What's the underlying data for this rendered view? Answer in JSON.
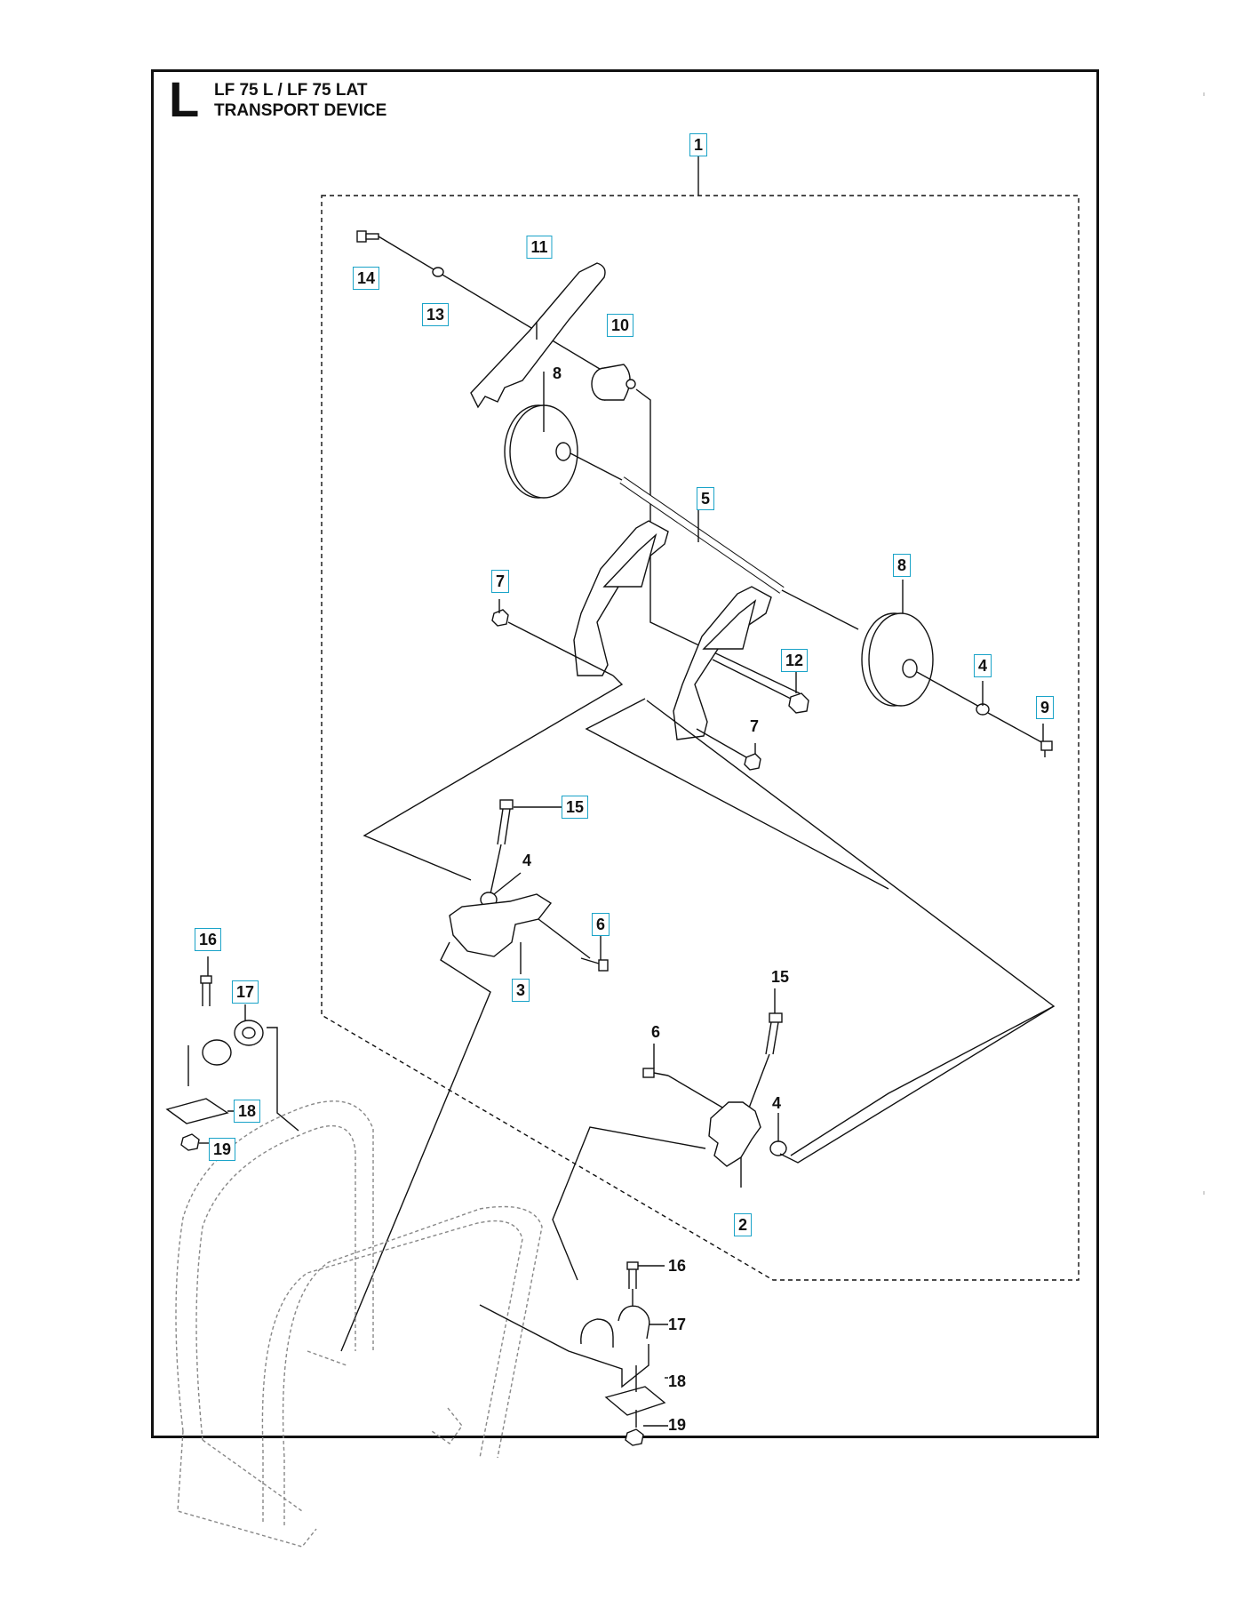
{
  "header": {
    "section_letter": "L",
    "model_line": "LF 75 L / LF 75 LAT",
    "title_line": "TRANSPORT DEVICE"
  },
  "callouts": [
    {
      "id": "c1",
      "label": "1",
      "boxed": true
    },
    {
      "id": "c14",
      "label": "14",
      "boxed": true
    },
    {
      "id": "c13",
      "label": "13",
      "boxed": true
    },
    {
      "id": "c11",
      "label": "11",
      "boxed": true
    },
    {
      "id": "c10",
      "label": "10",
      "boxed": true
    },
    {
      "id": "c8a",
      "label": "8",
      "boxed": false
    },
    {
      "id": "c5",
      "label": "5",
      "boxed": true
    },
    {
      "id": "c8b",
      "label": "8",
      "boxed": true
    },
    {
      "id": "c7a",
      "label": "7",
      "boxed": true
    },
    {
      "id": "c12",
      "label": "12",
      "boxed": true
    },
    {
      "id": "c4a",
      "label": "4",
      "boxed": true
    },
    {
      "id": "c9",
      "label": "9",
      "boxed": true
    },
    {
      "id": "c7b",
      "label": "7",
      "boxed": false
    },
    {
      "id": "c15a",
      "label": "15",
      "boxed": true
    },
    {
      "id": "c4b",
      "label": "4",
      "boxed": false
    },
    {
      "id": "c6a",
      "label": "6",
      "boxed": true
    },
    {
      "id": "c3",
      "label": "3",
      "boxed": true
    },
    {
      "id": "c16a",
      "label": "16",
      "boxed": true
    },
    {
      "id": "c17a",
      "label": "17",
      "boxed": true
    },
    {
      "id": "c18a",
      "label": "18",
      "boxed": true
    },
    {
      "id": "c19a",
      "label": "19",
      "boxed": true
    },
    {
      "id": "c15b",
      "label": "15",
      "boxed": false
    },
    {
      "id": "c6b",
      "label": "6",
      "boxed": false
    },
    {
      "id": "c4c",
      "label": "4",
      "boxed": false
    },
    {
      "id": "c2",
      "label": "2",
      "boxed": true
    },
    {
      "id": "c16b",
      "label": "16",
      "boxed": false
    },
    {
      "id": "c17b",
      "label": "17",
      "boxed": false
    },
    {
      "id": "c18b",
      "label": "18",
      "boxed": false
    },
    {
      "id": "c19b",
      "label": "19",
      "boxed": false
    }
  ],
  "colors": {
    "line": "#111111",
    "callout_box": "#1aa3c8",
    "ghost": "#888888"
  }
}
